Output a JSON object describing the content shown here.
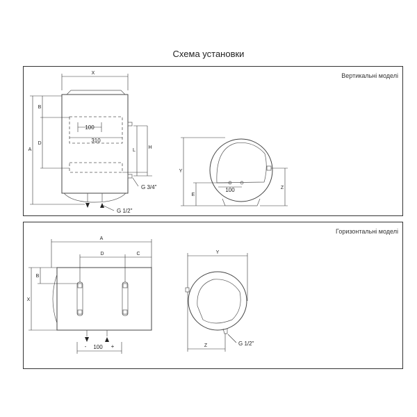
{
  "page": {
    "title": "Схема установки"
  },
  "vertical": {
    "label": "Вертикальні моделі",
    "dims": {
      "x": "X",
      "a": "A",
      "b": "B",
      "d": "D",
      "l": "L",
      "h": "H",
      "y": "Y",
      "e": "E",
      "z": "Z",
      "w100": "100",
      "w310": "310",
      "w100b": "100"
    },
    "connections": {
      "g34": "G 3/4\"",
      "g12": "G 1/2\""
    }
  },
  "horizontal": {
    "label": "Горизонтальні моделі",
    "dims": {
      "a": "A",
      "d": "D",
      "c": "C",
      "b": "B",
      "x": "X",
      "y": "Y",
      "z": "Z",
      "w100": "100",
      "minus": "-",
      "plus": "+"
    },
    "connections": {
      "g12": "G 1/2\""
    }
  },
  "colors": {
    "line": "#333333",
    "background": "#ffffff"
  }
}
